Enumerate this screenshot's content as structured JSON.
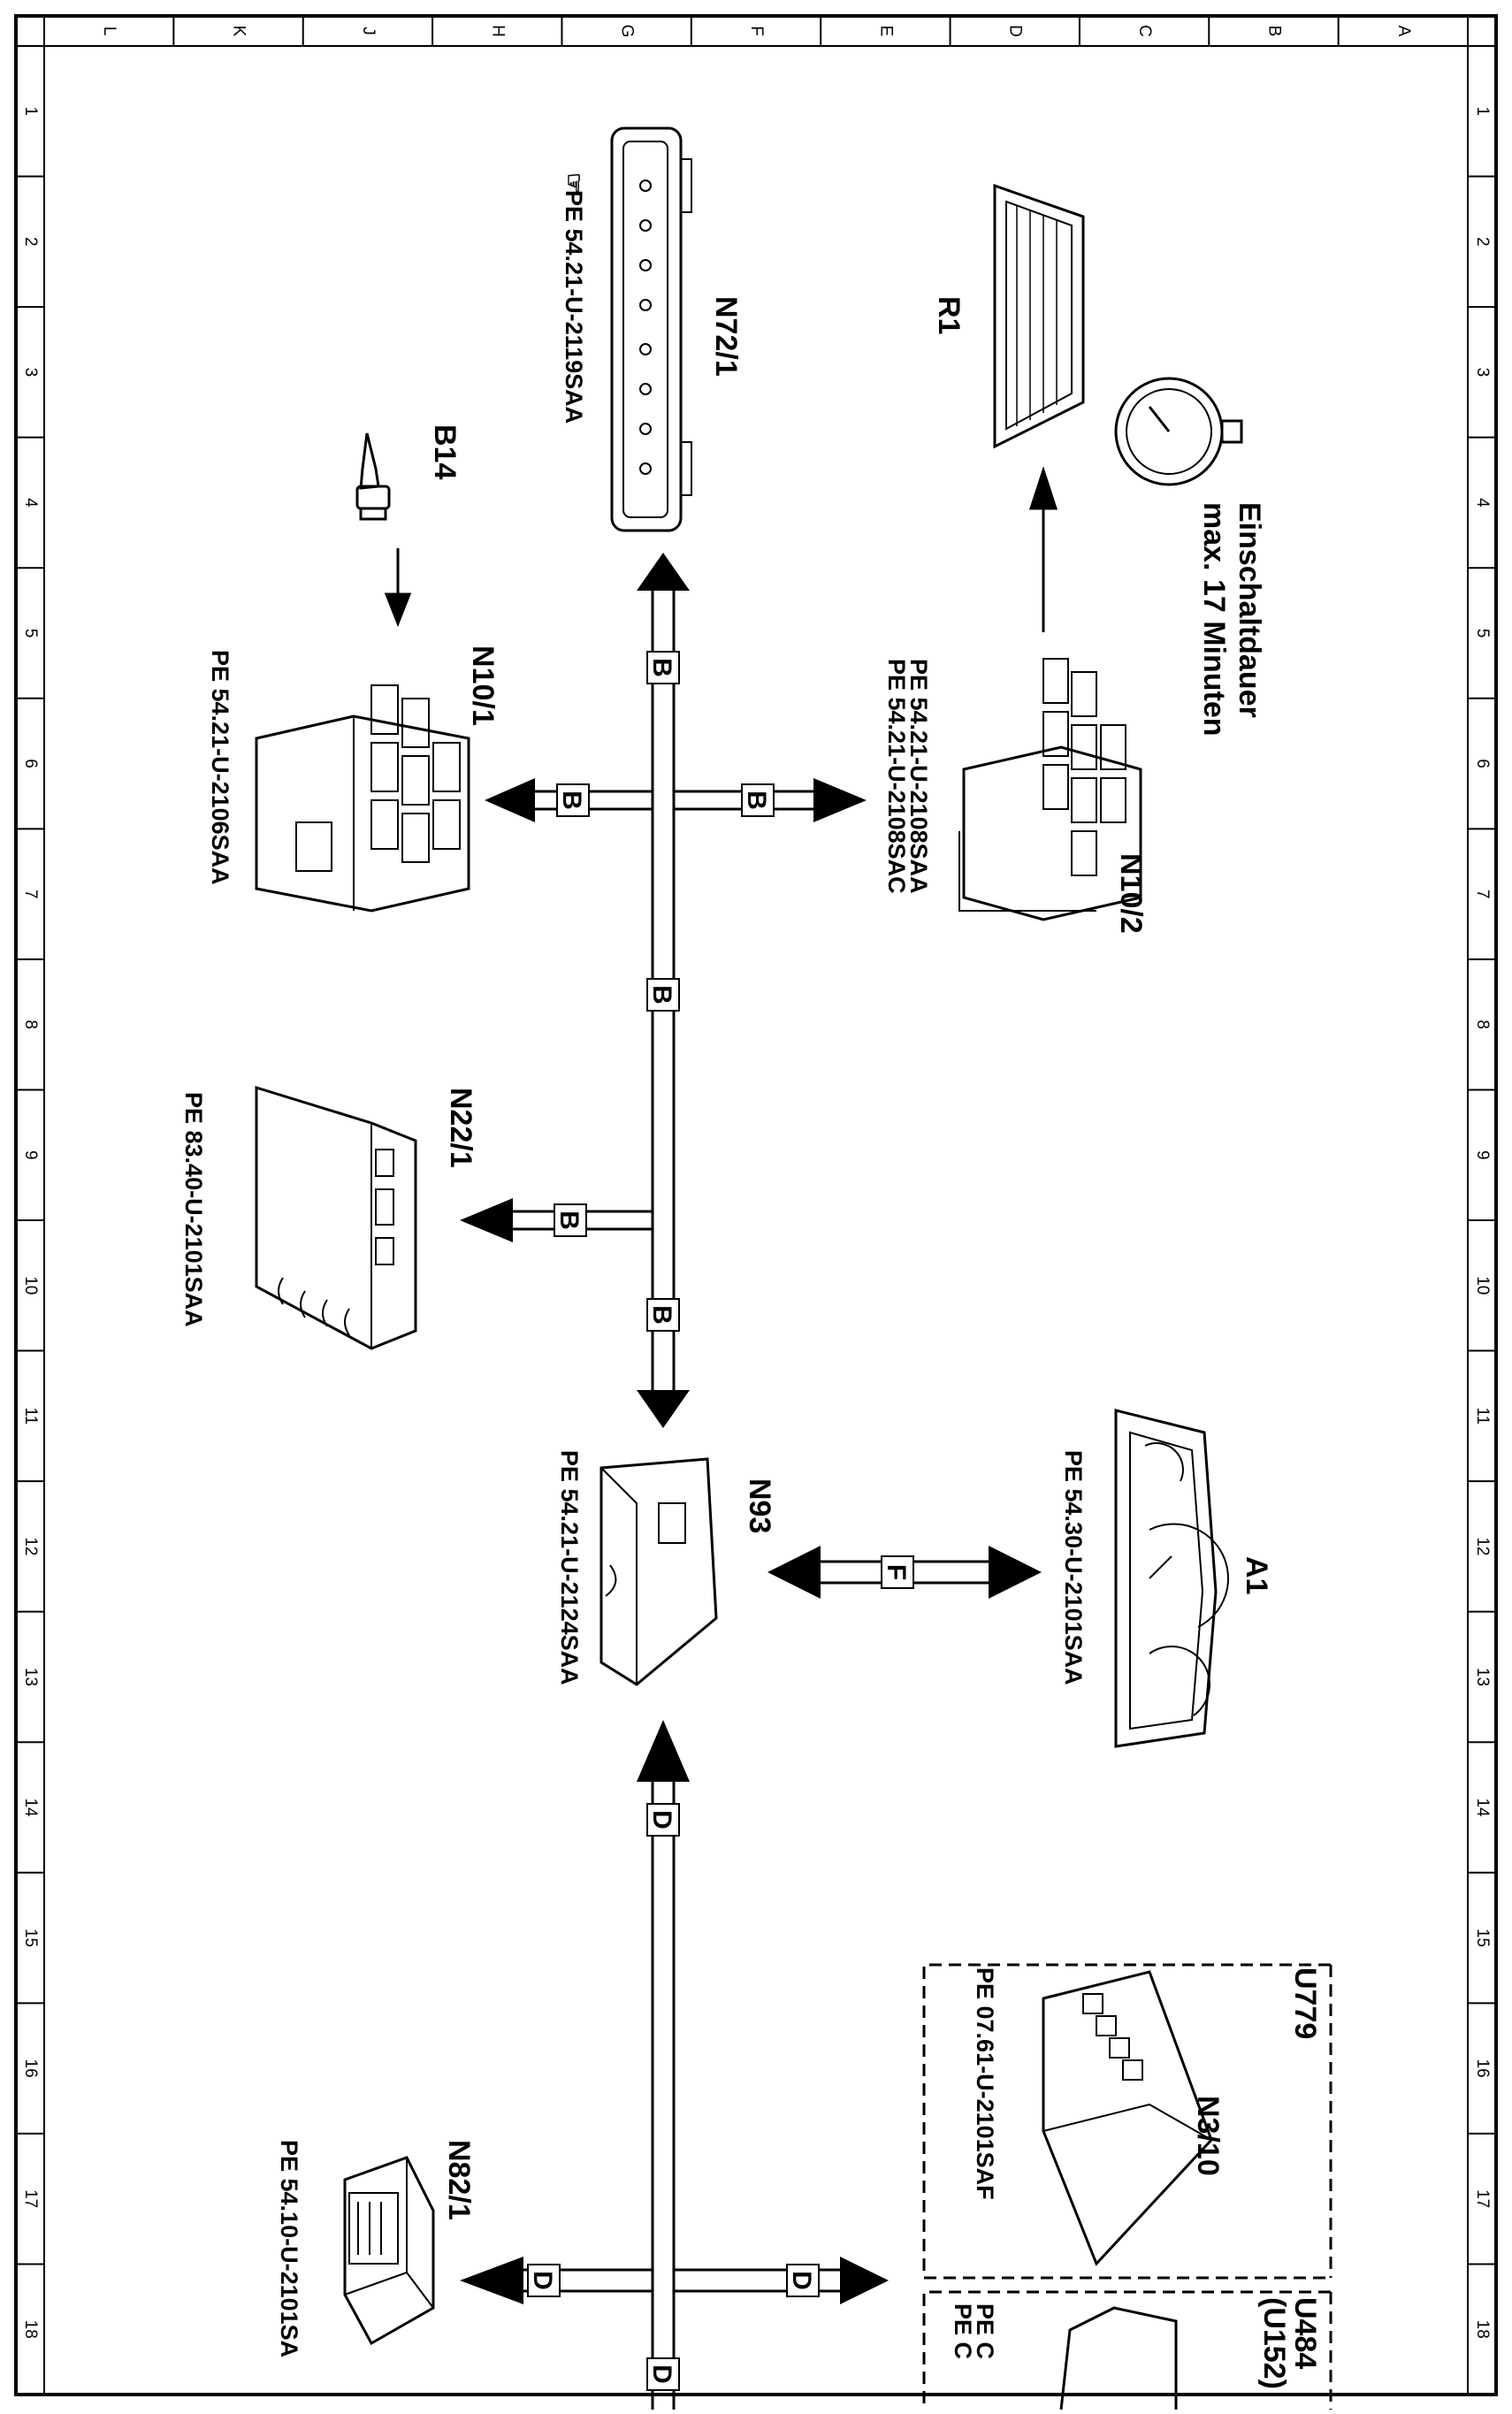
{
  "frame": {
    "col_letters": [
      "L",
      "K",
      "J",
      "H",
      "G",
      "F",
      "E",
      "D",
      "C",
      "B",
      "A"
    ],
    "row_numbers": [
      "1",
      "2",
      "3",
      "4",
      "5",
      "6",
      "7",
      "8",
      "9",
      "10",
      "11",
      "12",
      "13",
      "14",
      "15",
      "16",
      "17",
      "18"
    ]
  },
  "components": {
    "n72_1": {
      "label": "N72/1",
      "ref": "PE 54.21-U-2119SAA"
    },
    "r1": {
      "label": "R1"
    },
    "timer": {
      "line1": "Einschaltdauer",
      "line2": "max. 17 Minuten"
    },
    "b14": {
      "label": "B14"
    },
    "n10_1": {
      "label": "N10/1",
      "ref": "PE 54.21-U-2106SAA"
    },
    "n10_2": {
      "label": "N10/2",
      "ref1": "PE 54.21-U-2108SAA",
      "ref2": "PE 54.21-U-2108SAC"
    },
    "n22_1": {
      "label": "N22/1",
      "ref": "PE 83.40-U-2101SAA"
    },
    "n93": {
      "label": "N93",
      "ref": "PE 54.21-U-2124SAA"
    },
    "a1": {
      "label": "A1",
      "ref": "PE 54.30-U-2101SAA"
    },
    "n3_10": {
      "label": "N3/10",
      "ref": "PE 07.61-U-2101SAF"
    },
    "u779": {
      "label": "U779"
    },
    "u484": {
      "label": "U484",
      "sub": "(U152)",
      "ref1": "PE C",
      "ref2": "PE C"
    },
    "n82_1": {
      "label": "N82/1",
      "ref": "PE 54.10-U-2101SA"
    }
  },
  "bus_labels": {
    "b": "B",
    "d": "D",
    "f": "F"
  }
}
